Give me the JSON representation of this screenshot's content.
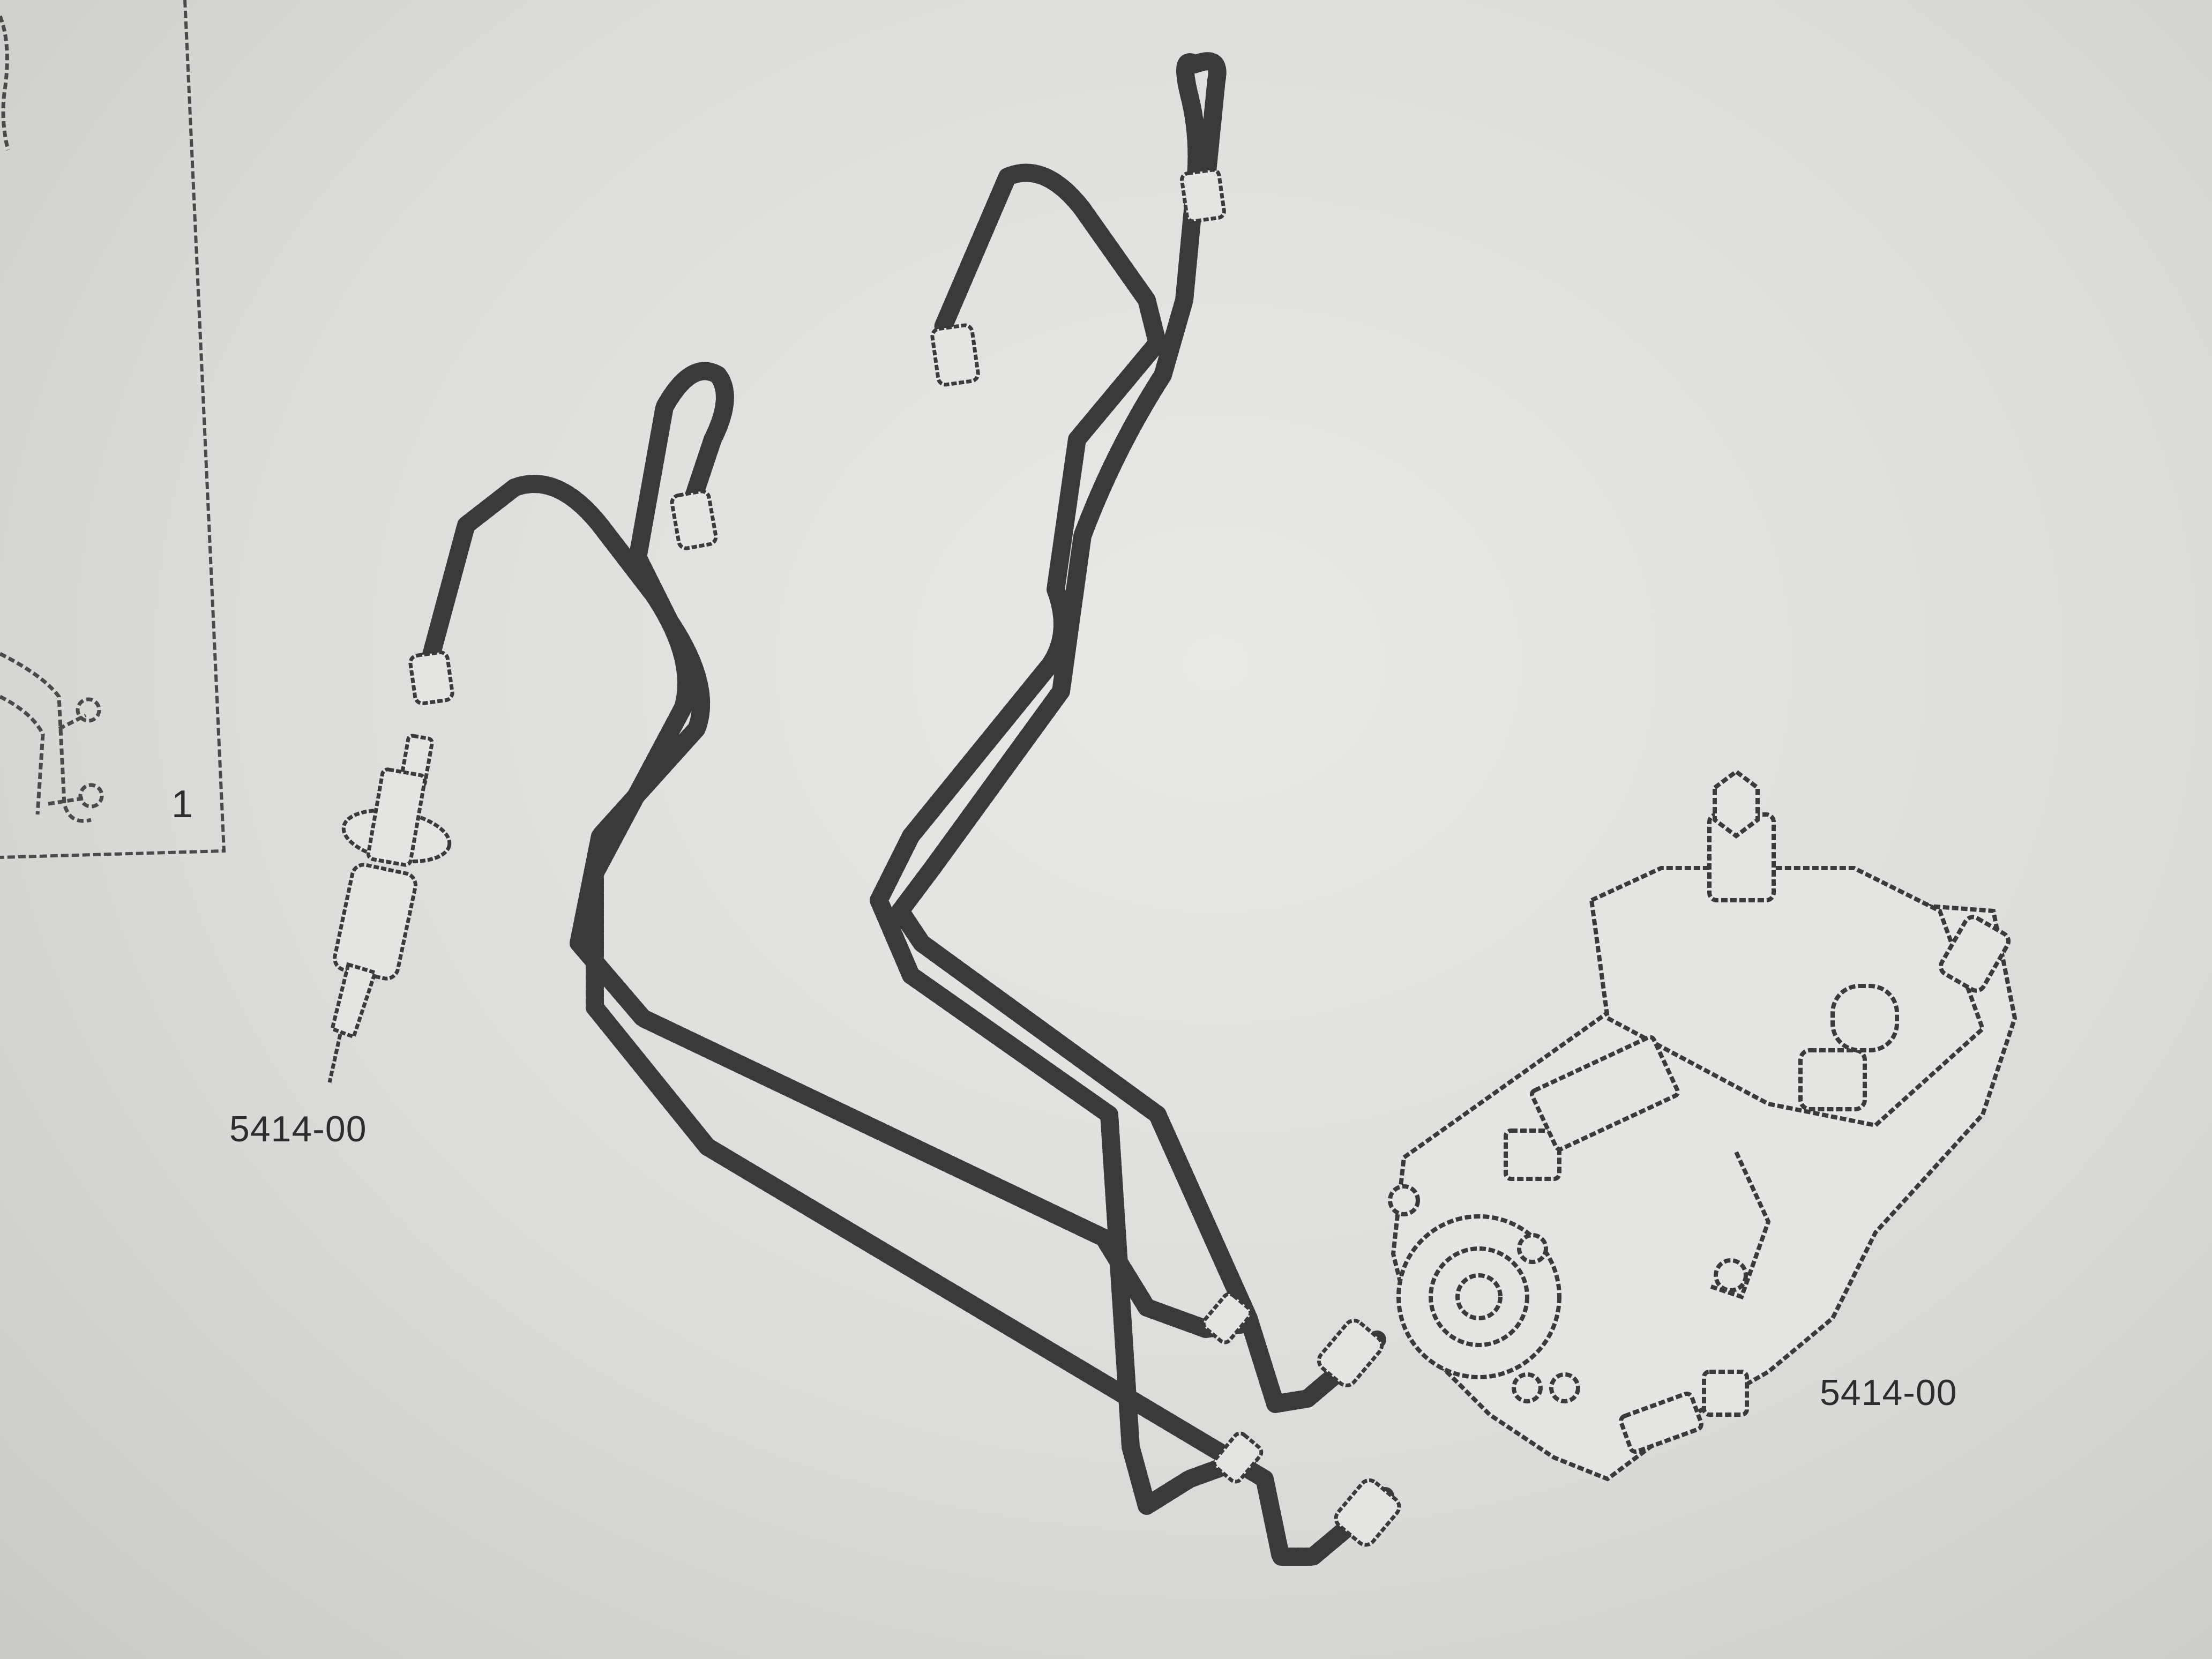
{
  "labels": {
    "injector_part": "5414-00",
    "pump_part": "5414-00",
    "inset_number": "1"
  },
  "colors": {
    "paper": "#dcdcda",
    "ink": "#3a3a3a"
  }
}
